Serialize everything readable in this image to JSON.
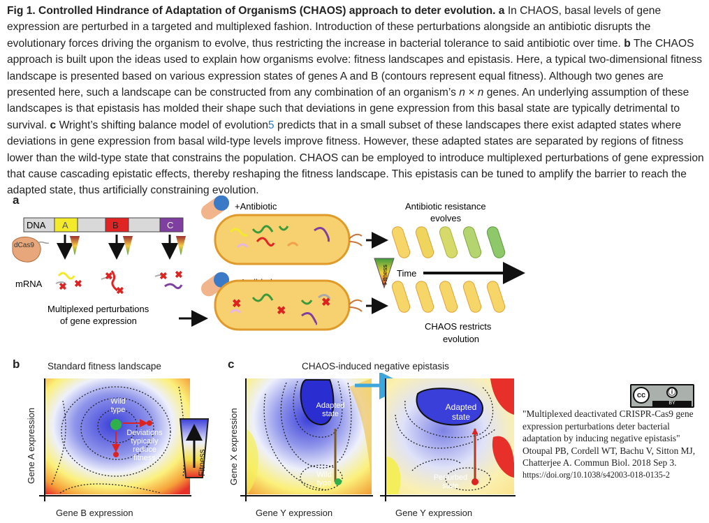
{
  "caption": {
    "fig_label": "Fig 1. Controlled Hindrance of Adaptation of OrganismS (CHAOS) approach to deter evolution.",
    "a_key": "a",
    "a_text": "In CHAOS, basal levels of gene expression are perturbed in a targeted and multiplexed fashion. Introduction of these perturbations alongside an antibiotic disrupts the evolutionary forces driving the organism to evolve, thus restricting the increase in bacterial tolerance to said antibiotic over time.",
    "b_key": "b",
    "b_text": "The CHAOS approach is built upon the ideas used to explain how organisms evolve: fitness landscapes and epistasis. Here, a typical two-dimensional fitness landscape is presented based on various expression states of genes A and B (contours represent equal fitness). Although two genes are presented here, such a landscape can be constructed from any combination of an organism’s",
    "b_math": "n × n",
    "b_text2": "genes. An underlying assumption of these landscapes is that epistasis has molded their shape such that deviations in gene expression from this basal state are typically detrimental to survival.",
    "c_key": "c",
    "c_text": "Wright’s shifting balance model of evolution",
    "c_ref": "5",
    "c_text2": "predicts that in a small subset of these landscapes there exist adapted states where deviations in gene expression from basal wild-type levels improve fitness. However, these adapted states are separated by regions of fitness lower than the wild-type state that constrains the population. CHAOS can be employed to introduce multiplexed perturbations of gene expression that cause cascading epistatic effects, thereby reshaping the fitness landscape. This epistasis can be tuned to amplify the barrier to reach the adapted state, thus artificially constraining evolution."
  },
  "panel_a": {
    "label": "a",
    "dna": "DNA",
    "gene_a": "A",
    "gene_b": "B",
    "gene_c": "C",
    "dcas9": "dCas9",
    "mrna": "mRNA",
    "perturb_line1": "Multiplexed perturbations",
    "perturb_line2": "of gene expression",
    "antibiotic_top": "+Antibiotic",
    "antibiotic_bottom": "+Antibiotic",
    "resist_line1": "Antibiotic resistance",
    "resist_line2": "evolves",
    "fitness": "Fitness",
    "time": "Time",
    "restrict_line1": "CHAOS restricts",
    "restrict_line2": "evolution"
  },
  "panel_b": {
    "label": "b",
    "title": "Standard fitness landscape",
    "ylabel": "Gene A expression",
    "xlabel": "Gene B expression",
    "wild_type": "Wild type",
    "deviations": "Deviations typically reduce fitness",
    "fitness_bar": "Fitness"
  },
  "panel_c": {
    "label": "c",
    "title": "CHAOS-induced negative epistasis",
    "ylabel": "Gene X expression",
    "xlabel_left": "Gene Y expression",
    "xlabel_right": "Gene Y expression",
    "adapted_left": "Adapted state",
    "adapted_right": "Adapted state",
    "wild_type": "Wild type",
    "perturbed": "Perturbed state"
  },
  "license": {
    "cc": "cc",
    "by": "BY"
  },
  "citation": {
    "text": "\"Multiplexed deactivated CRISPR-Cas9 gene expression perturbations deter bacterial adaptation by inducing negative epistasis\" Otoupal PB, Cordell WT, Bachu V, Sitton MJ,  Chatterjee A. Commun Biol. 2018 Sep 3.",
    "url": "https://doi.org/10.1038/s42003-018-0135-2"
  },
  "colors": {
    "gene_a": "#f3ea2a",
    "gene_b": "#e02424",
    "gene_c": "#7e3fa0",
    "cell": "#f7d070",
    "cell_edge": "#e09a2a",
    "landscape_high": "#3b3fd9",
    "landscape_low": "#e8302a"
  }
}
